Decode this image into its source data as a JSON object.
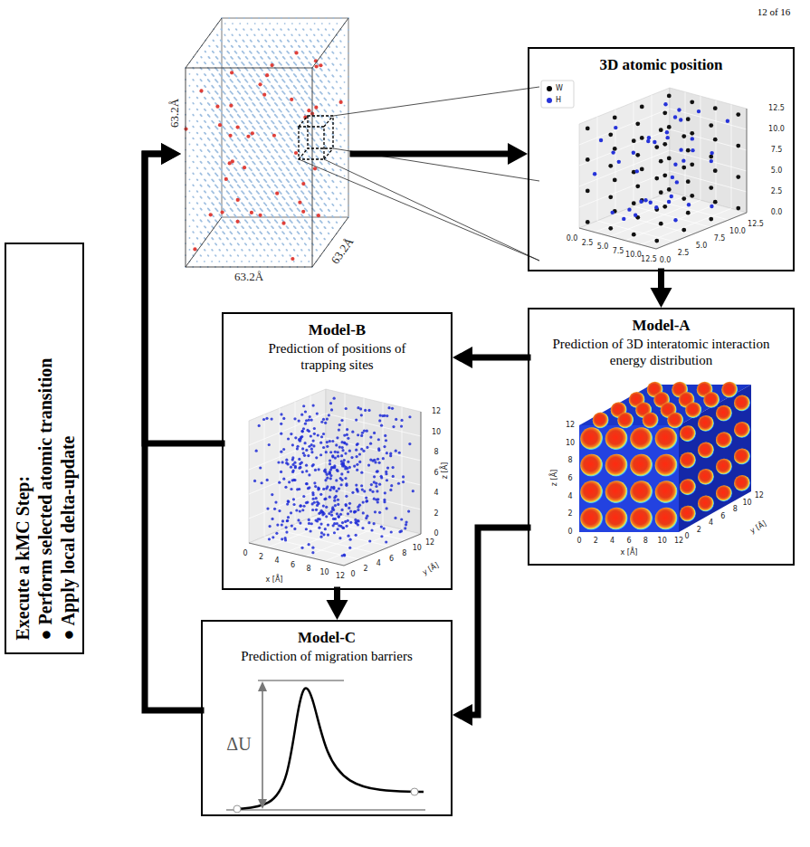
{
  "diagram": {
    "nodes": [
      {
        "text": [
          "63.2Å",
          "63.2Å",
          "63.2Å"
        ]
      },
      {
        "text": [
          "3D atomic position"
        ]
      },
      {
        "text": [
          "Execute a kMC Step:",
          "● Perform selected atomic transition",
          "● Apply local delta-update"
        ]
      },
      {
        "text": [
          "Model-B",
          "Prediction of positions of trapping sites"
        ]
      },
      {
        "text": [
          "Model-A",
          "Prediction of 3D interatomic interaction energy distribution"
        ]
      },
      {
        "text": [
          "Model-C",
          "Prediction of migration barriers"
        ]
      }
    ],
    "edges": [
      {
        "from": 0,
        "to": 1,
        "arrow": "to"
      },
      {
        "from": 1,
        "to": 4,
        "arrow": "to"
      },
      {
        "from": 4,
        "to": 3,
        "arrow": "to"
      },
      {
        "from": 4,
        "to": 5,
        "arrow": "to"
      },
      {
        "from": 3,
        "to": 5,
        "arrow": "to"
      },
      {
        "from": 3,
        "to": 0,
        "arrow": "to"
      },
      {
        "from": 5,
        "to": 0,
        "arrow": "to"
      }
    ],
    "labels": [
      "12 of 16",
      "12.5",
      "10.0",
      "7.5",
      "5.0",
      "2.5",
      "0.0",
      "0.0",
      "2.5",
      "5.0",
      "7.5",
      "10.0",
      "12.5",
      "12.5",
      "10.0",
      "7.5",
      "5.0",
      "2.5",
      "0.0",
      "0",
      "2",
      "4",
      "6",
      "8",
      "10",
      "12",
      "z [Å]",
      "0",
      "2",
      "4",
      "6",
      "8",
      "10",
      "12",
      "x [Å]",
      "0",
      "2",
      "4",
      "6",
      "8",
      "10",
      "12",
      "y [Å]",
      "0",
      "2",
      "4",
      "6",
      "8",
      "10",
      "12",
      "z [Å]",
      "0",
      "2",
      "4",
      "6",
      "8",
      "10",
      "12",
      "x [Å]",
      "0",
      "2",
      "4",
      "6",
      "8",
      "10",
      "12",
      "y [Å]",
      "ΔU"
    ],
    "legend": [
      {
        "text": "W",
        "color": "#000000"
      },
      {
        "text": "H",
        "color": "#2633d9"
      }
    ]
  }
}
